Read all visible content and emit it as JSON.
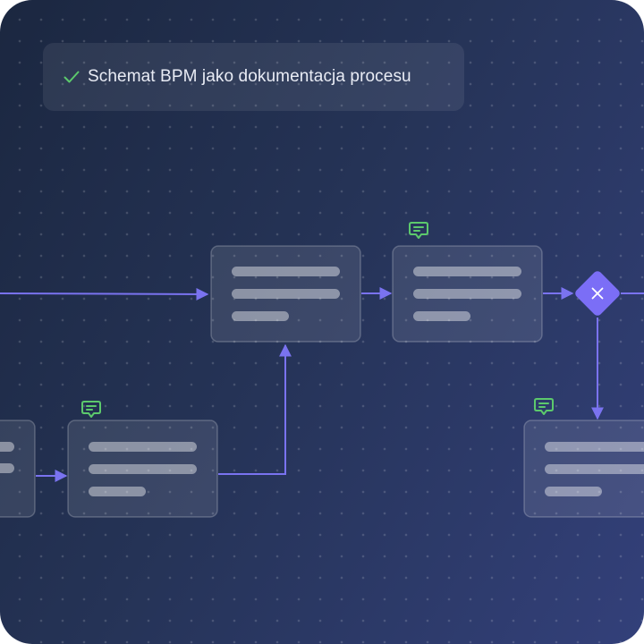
{
  "header": {
    "title": "Schemat BPM jako dokumentacja procesu",
    "check_icon": "check-icon"
  },
  "colors": {
    "background_start": "#1b2740",
    "background_end": "#33407a",
    "edge": "#7a73f0",
    "comment_icon": "#5cc96c",
    "gateway": "#7b6ef6",
    "check": "#5cc96c"
  },
  "diagram": {
    "tasks": [
      {
        "id": "task-a",
        "lines": 2,
        "has_comment": false
      },
      {
        "id": "task-b",
        "lines": 3,
        "has_comment": true
      },
      {
        "id": "task-c",
        "lines": 3,
        "has_comment": false
      },
      {
        "id": "task-d",
        "lines": 3,
        "has_comment": true
      },
      {
        "id": "task-e",
        "lines": 3,
        "has_comment": true
      }
    ],
    "gateways": [
      {
        "id": "gateway-x",
        "type": "exclusive",
        "icon": "close-x-icon"
      }
    ],
    "flows": [
      {
        "from": "offscreen-left",
        "to": "task-c"
      },
      {
        "from": "task-a",
        "to": "task-b"
      },
      {
        "from": "task-b",
        "to": "task-c"
      },
      {
        "from": "task-c",
        "to": "task-d"
      },
      {
        "from": "task-d",
        "to": "gateway-x"
      },
      {
        "from": "gateway-x",
        "to": "offscreen-right"
      },
      {
        "from": "gateway-x",
        "to": "task-e"
      }
    ]
  }
}
